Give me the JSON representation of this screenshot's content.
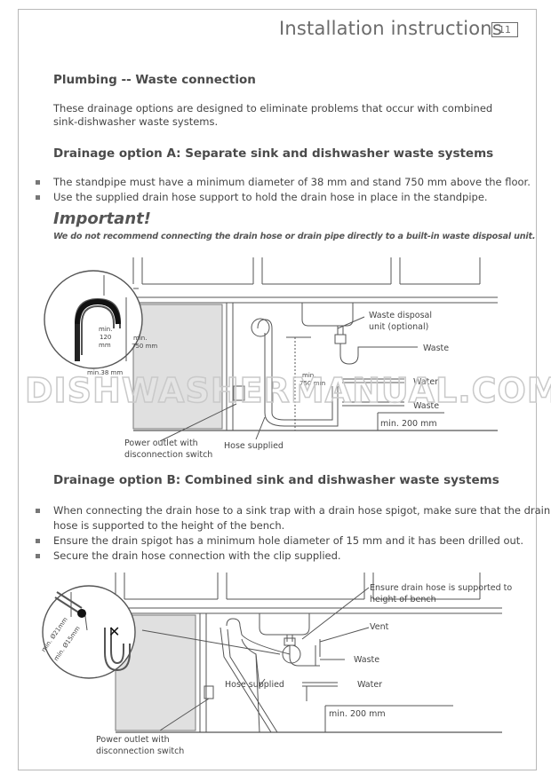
{
  "header": {
    "title": "Installation instructions",
    "page_number": "11"
  },
  "section_plumbing": {
    "title": "Plumbing -- Waste connection",
    "text": "These drainage options are designed to eliminate problems that occur with combined sink-dishwasher waste systems.",
    "text_line1": "These drainage options are designed to eliminate problems that occur with combined",
    "text_line2": "sink-dishwasher waste systems."
  },
  "option_a": {
    "title": "Drainage option A: Separate sink and dishwasher waste systems",
    "bullets": [
      "The standpipe must have a minimum diameter of 38 mm and stand 750 mm above the floor.",
      "Use the supplied drain hose support to hold the drain hose in place in the standpipe."
    ],
    "important_title": "Important!",
    "important_text": "We do not recommend connecting the drain hose or drain pipe directly to a built-in waste disposal unit.",
    "diagram": {
      "inset_min_120": "min.",
      "inset_min_120b": "120",
      "inset_min_120c": "mm",
      "inset_min_750": "min.",
      "inset_min_750b": "750 mm",
      "inset_min_38": "min.38 mm",
      "standpipe_min": "min.",
      "standpipe_750": "750 mm",
      "waste_disposal": "Waste disposal",
      "waste_disposal_2": "unit (optional)",
      "waste_1": "Waste",
      "water": "Water",
      "waste_2": "Waste",
      "min_200": "min. 200 mm",
      "power_outlet": "Power outlet with",
      "power_outlet_2": "disconnection switch",
      "hose_supplied": "Hose supplied"
    }
  },
  "watermark": "DISHWASHERMANUAL.COM",
  "option_b": {
    "title": "Drainage option B: Combined sink and dishwasher waste systems",
    "bullets": [
      "When connecting the drain hose to a sink trap with a drain hose spigot, make sure that the drain hose is supported to the height of the bench.",
      "Ensure the drain spigot has a minimum hole diameter of 15 mm and it has been drilled out.",
      "Secure the drain hose connection with the clip supplied."
    ],
    "bullet1_line1": "When connecting the drain hose to a sink trap with a drain hose spigot, make sure that the drain",
    "bullet1_line2": "hose is supported to the height of the bench.",
    "diagram": {
      "ensure_support": "Ensure drain hose is supported to",
      "ensure_support_2": "height of bench",
      "vent": "Vent",
      "waste": "Waste",
      "water": "Water",
      "hose_supplied": "Hose supplied",
      "min_200": "min. 200 mm",
      "power_outlet": "Power outlet with",
      "power_outlet_2": "disconnection switch",
      "inset_min_21": "min. Ø21mm",
      "inset_min_15": "min. Ø15mm"
    }
  }
}
